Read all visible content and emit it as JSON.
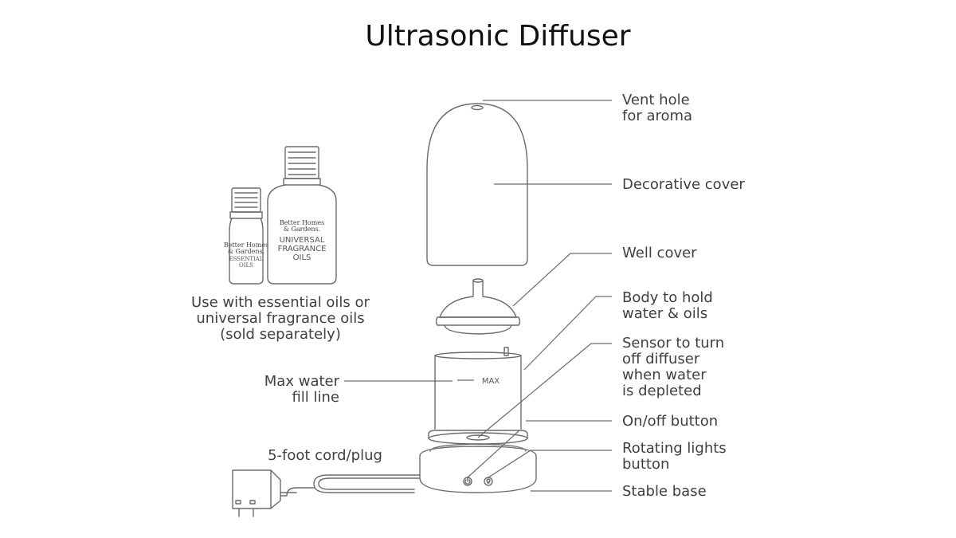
{
  "title": "Ultrasonic Diffuser",
  "callouts": {
    "vent_hole": [
      "Vent hole",
      "for aroma"
    ],
    "decorative_cover": [
      "Decorative cover"
    ],
    "well_cover": [
      "Well cover"
    ],
    "body": [
      "Body to hold",
      "water & oils"
    ],
    "sensor": [
      "Sensor to turn",
      "off diffuser",
      "when water",
      "is depleted"
    ],
    "on_off": [
      "On/off button"
    ],
    "rotating_lights": [
      "Rotating lights",
      "button"
    ],
    "stable_base": [
      "Stable base"
    ],
    "max_fill": [
      "Max water",
      "fill line"
    ],
    "cord": [
      "5-foot cord/plug"
    ],
    "oils_note": [
      "Use with essential oils or",
      "universal fragrance oils",
      "(sold separately)"
    ]
  },
  "product_labels": {
    "max_mark": "MAX",
    "small_bottle_brand": [
      "Better Homes",
      "& Gardens."
    ],
    "small_bottle_label": [
      "ESSENTIAL",
      "OILS"
    ],
    "large_bottle_brand": [
      "Better Homes",
      "& Gardens."
    ],
    "large_bottle_label": [
      "UNIVERSAL",
      "FRAGRANCE",
      "OILS"
    ]
  },
  "icons": [
    "power-icon",
    "lightbulb-icon"
  ]
}
